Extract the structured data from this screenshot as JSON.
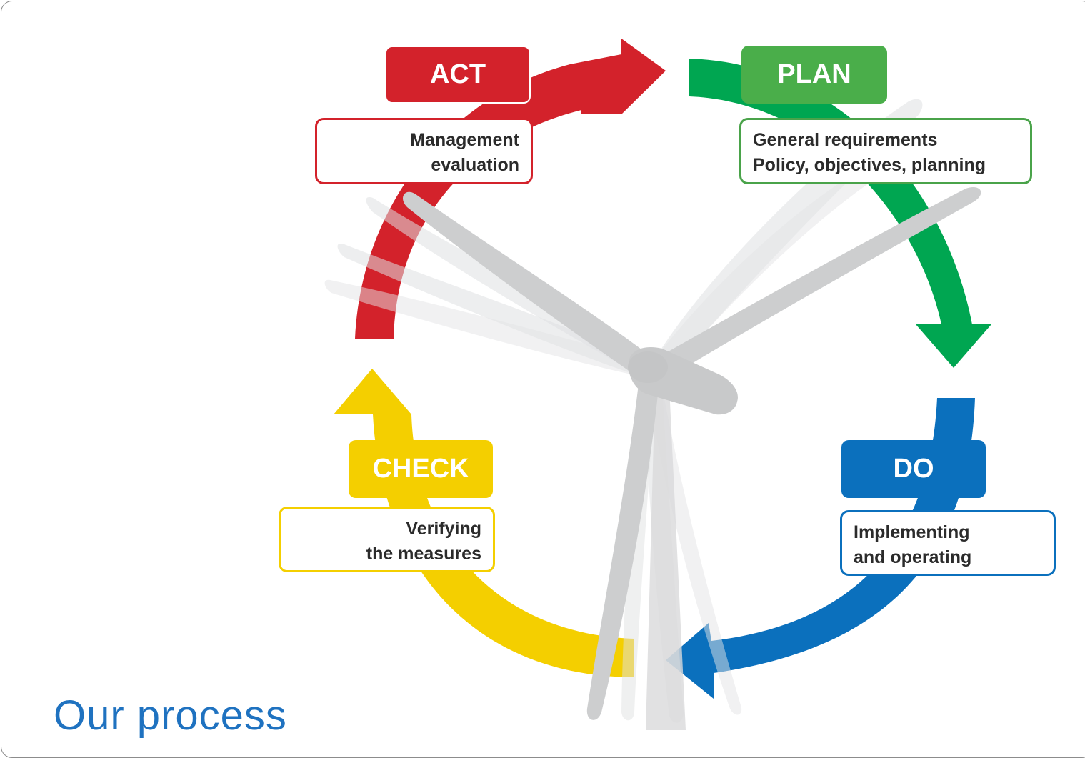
{
  "title": "Our process",
  "phases": {
    "act": {
      "label": "ACT",
      "lines": [
        "Management",
        "evaluation"
      ],
      "color": "#d3222b"
    },
    "plan": {
      "label": "PLAN",
      "lines": [
        "General requirements",
        "Policy, objectives, planning"
      ],
      "color": "#4aae4a"
    },
    "do": {
      "label": "DO",
      "lines": [
        "Implementing",
        "and operating"
      ],
      "color": "#0b70bd"
    },
    "check": {
      "label": "CHECK",
      "lines": [
        "Verifying",
        "the measures"
      ],
      "color": "#f4cf00"
    }
  },
  "colors": {
    "arrow_act": "#d3222b",
    "arrow_plan": "#00a651",
    "arrow_do": "#0b70bd",
    "arrow_check": "#f4cf00",
    "turbine": "#cdcecf",
    "title": "#1f72c0"
  },
  "icons": [
    "wind-turbine-icon"
  ]
}
